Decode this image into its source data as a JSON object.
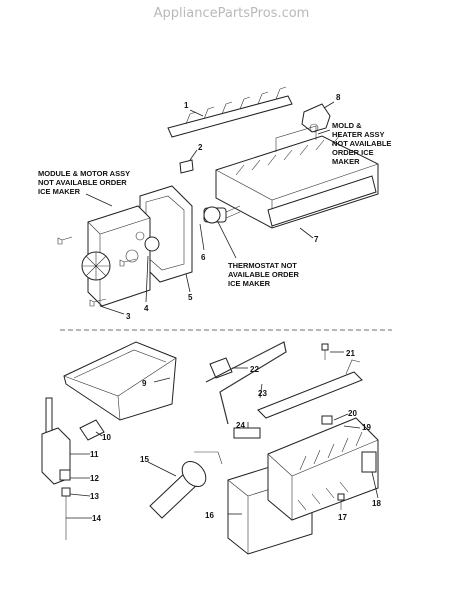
{
  "watermark": "AppliancePartsPros.com",
  "callouts": [
    "1",
    "2",
    "3",
    "4",
    "5",
    "6",
    "7",
    "8",
    "9",
    "10",
    "11",
    "12",
    "13",
    "14",
    "15",
    "16",
    "17",
    "18",
    "19",
    "20",
    "21",
    "22",
    "23",
    "24"
  ],
  "notes": {
    "module": [
      "MODULE & MOTOR ASSY",
      "NOT AVAILABLE ORDER",
      "ICE MAKER"
    ],
    "thermostat": [
      "THERMOSTAT NOT",
      "AVAILABLE ORDER",
      "ICE MAKER"
    ],
    "mold": [
      "MOLD &",
      "HEATER ASSY",
      "NOT AVAILABLE",
      "ORDER ICE",
      "MAKER"
    ]
  }
}
